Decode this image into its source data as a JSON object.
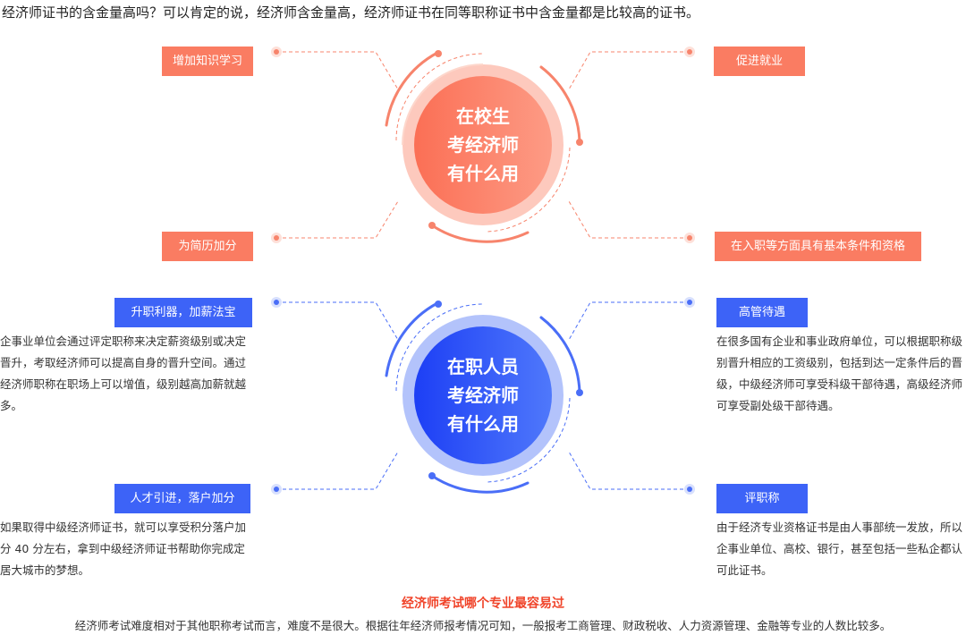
{
  "intro": "经济师证书的含金量高吗？可以肯定的说，经济师含金量高，经济师证书在同等职称证书中含金量都是比较高的证书。",
  "student": {
    "center": [
      "在校生",
      "考经济师",
      "有什么用"
    ],
    "tags": {
      "top_left": "增加知识学习",
      "bottom_left": "为简历加分",
      "top_right": "促进就业",
      "bottom_right": "在入职等方面具有基本条件和资格"
    },
    "color": "#fa7c62"
  },
  "employee": {
    "center": [
      "在职人员",
      "考经济师",
      "有什么用"
    ],
    "tags": {
      "top_left": "升职利器，加薪法宝",
      "bottom_left": "人才引进，落户加分",
      "top_right": "高管待遇",
      "bottom_right": "评职称"
    },
    "paragraphs": {
      "top_left": "企事业单位会通过评定职称来决定薪资级别或决定晋升，考取经济师可以提高自身的晋升空间。通过经济师职称在职场上可以增值，级别越高加薪就越多。",
      "bottom_left": "如果取得中级经济师证书，就可以享受积分落户加分 40 分左右，拿到中级经济师证书帮助你完成定居大城市的梦想。",
      "top_right": "在很多国有企业和事业政府单位，可以根据职称级别晋升相应的工资级别，包括到达一定条件后的晋级，中级经济师可享受科级干部待遇，高级经济师可享受副处级干部待遇。",
      "bottom_right": "由于经济专业资格证书是由人事部统一发放，所以企事业单位、高校、银行，甚至包括一些私企都认可此证书。"
    },
    "color": "#3d63f7"
  },
  "bottom": {
    "title": "经济师考试哪个专业最容易过",
    "text": "经济师考试难度相对于其他职称考试而言，难度不是很大。根据往年经济师报考情况可知，一般报考工商管理、财政税收、人力资源管理、金融等专业的人数比较多。"
  }
}
